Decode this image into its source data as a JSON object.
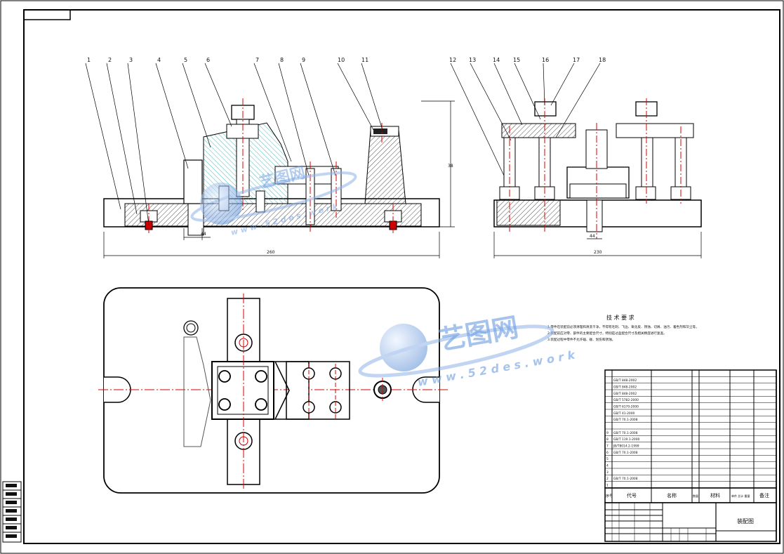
{
  "drawing": {
    "title_block": {
      "drawing_name": "装配图"
    },
    "leaders_front": [
      "1",
      "2",
      "3",
      "4",
      "5",
      "6",
      "7",
      "8",
      "9",
      "10",
      "11"
    ],
    "leaders_side": [
      "12",
      "13",
      "14",
      "15",
      "16",
      "17",
      "18"
    ],
    "dimensions": {
      "front_overall_width": "260",
      "front_height": "38",
      "side_overall_width": "230",
      "front_small_dim": "44",
      "side_small_dim": "44"
    },
    "tech_requirements": {
      "heading": "技 术 要 求",
      "items": [
        "1.零件在装配前必须清理和清洗干净，不得有毛刺、飞边、氧化皮、锈蚀、切屑、油污、着色剂和灰尘等。",
        "2.装配前应对零、部件的主要配合尺寸，特别是过盈配合尺寸及相关精度进行复查。",
        "3.装配过程中零件不允许磕、碰、划伤和锈蚀。"
      ]
    },
    "bom": {
      "header": {
        "no": "序号",
        "code": "代号",
        "name": "名称",
        "qty": "数量",
        "material": "材料",
        "weight": "单件 总计 重量",
        "remark": "备注"
      },
      "rows": [
        {
          "no": "",
          "code": "",
          "name": "",
          "qty": "",
          "material": "",
          "remark": ""
        },
        {
          "no": "",
          "code": "GB/T 848-2002",
          "name": "",
          "qty": "",
          "material": "",
          "remark": ""
        },
        {
          "no": "",
          "code": "GB/T 848-2002",
          "name": "",
          "qty": "",
          "material": "",
          "remark": ""
        },
        {
          "no": "",
          "code": "GB/T 848-2002",
          "name": "",
          "qty": "",
          "material": "",
          "remark": ""
        },
        {
          "no": "",
          "code": "GB/T 5782-2000",
          "name": "",
          "qty": "",
          "material": "",
          "remark": ""
        },
        {
          "no": "",
          "code": "GB/T 6170-2000",
          "name": "",
          "qty": "",
          "material": "",
          "remark": ""
        },
        {
          "no": "",
          "code": "GB/T 41-2000",
          "name": "",
          "qty": "",
          "material": "",
          "remark": ""
        },
        {
          "no": "",
          "code": "GB/T 70.1-2008",
          "name": "",
          "qty": "",
          "material": "",
          "remark": ""
        },
        {
          "no": "",
          "code": "",
          "name": "",
          "qty": "",
          "material": "",
          "remark": ""
        },
        {
          "no": "9",
          "code": "GB/T 70.1-2008",
          "name": "",
          "qty": "",
          "material": "",
          "remark": ""
        },
        {
          "no": "8",
          "code": "GB/T 119.1-2000",
          "name": "",
          "qty": "",
          "material": "",
          "remark": ""
        },
        {
          "no": "7",
          "code": "JB/T8014.2-1999",
          "name": "",
          "qty": "",
          "material": "",
          "remark": ""
        },
        {
          "no": "6",
          "code": "GB/T 70.1-2008",
          "name": "",
          "qty": "",
          "material": "",
          "remark": ""
        },
        {
          "no": "5",
          "code": "",
          "name": "",
          "qty": "",
          "material": "",
          "remark": ""
        },
        {
          "no": "4",
          "code": "",
          "name": "",
          "qty": "",
          "material": "",
          "remark": ""
        },
        {
          "no": "3",
          "code": "",
          "name": "",
          "qty": "",
          "material": "",
          "remark": ""
        },
        {
          "no": "2",
          "code": "GB/T 70.1-2008",
          "name": "",
          "qty": "",
          "material": "",
          "remark": ""
        },
        {
          "no": "1",
          "code": "",
          "name": "",
          "qty": "",
          "material": "",
          "remark": ""
        }
      ]
    },
    "watermark": {
      "brand": "艺图网",
      "url": "w w w . 5 2 d e s . w o r k"
    }
  }
}
